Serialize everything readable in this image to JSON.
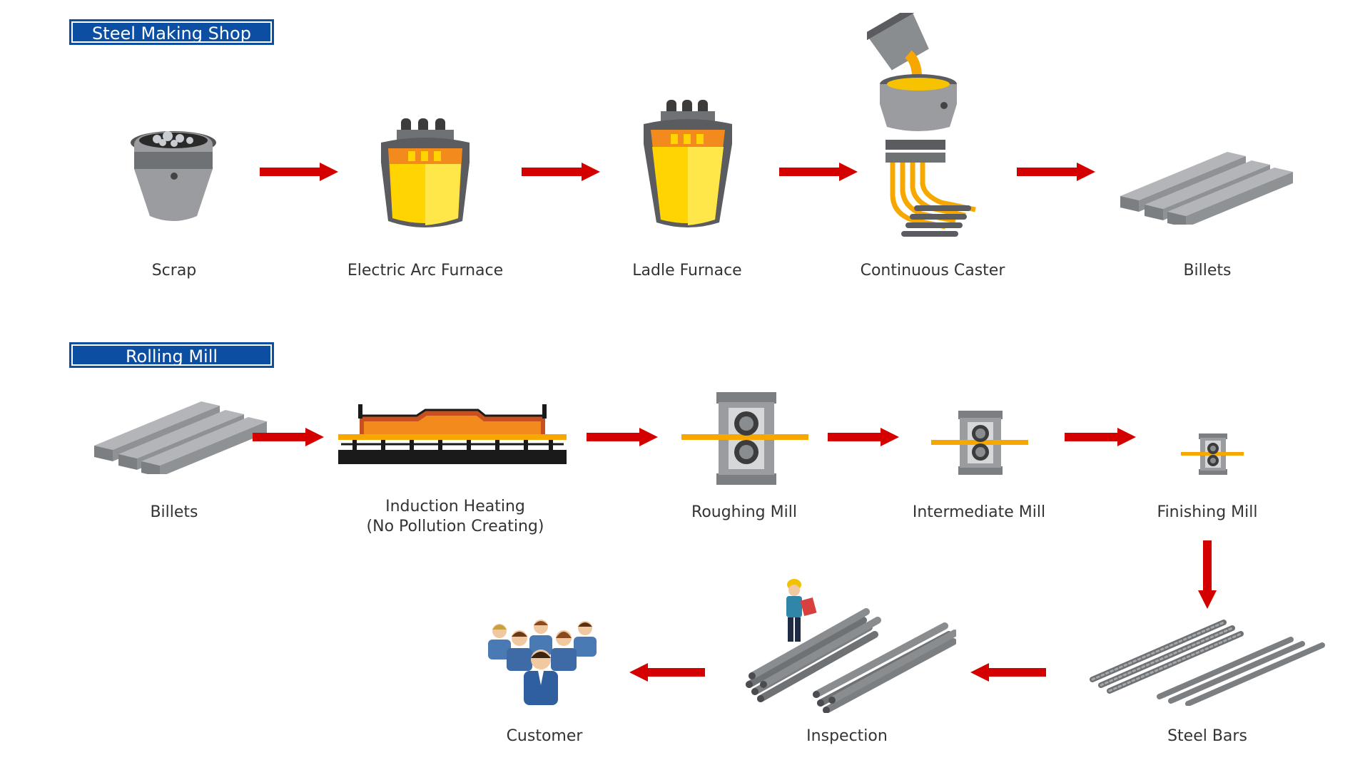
{
  "sections": {
    "steel_making": "Steel Making Shop",
    "rolling_mill": "Rolling Mill"
  },
  "steps": {
    "scrap": "Scrap",
    "eaf": "Electric Arc Furnace",
    "ladle": "Ladle Furnace",
    "caster": "Continuous Caster",
    "billets_1": "Billets",
    "billets_2": "Billets",
    "induction_line1": "Induction Heating",
    "induction_line2": "(No Pollution Creating)",
    "roughing": "Roughing Mill",
    "intermediate": "Intermediate Mill",
    "finishing": "Finishing Mill",
    "steel_bars": "Steel Bars",
    "inspection": "Inspection",
    "customer": "Customer"
  },
  "colors": {
    "section_blue": "#0b4ea2",
    "arrow_red": "#d40000",
    "steel_gray": "#8a8d90",
    "molten_yellow": "#ffd400",
    "hot_orange": "#f7a800"
  }
}
